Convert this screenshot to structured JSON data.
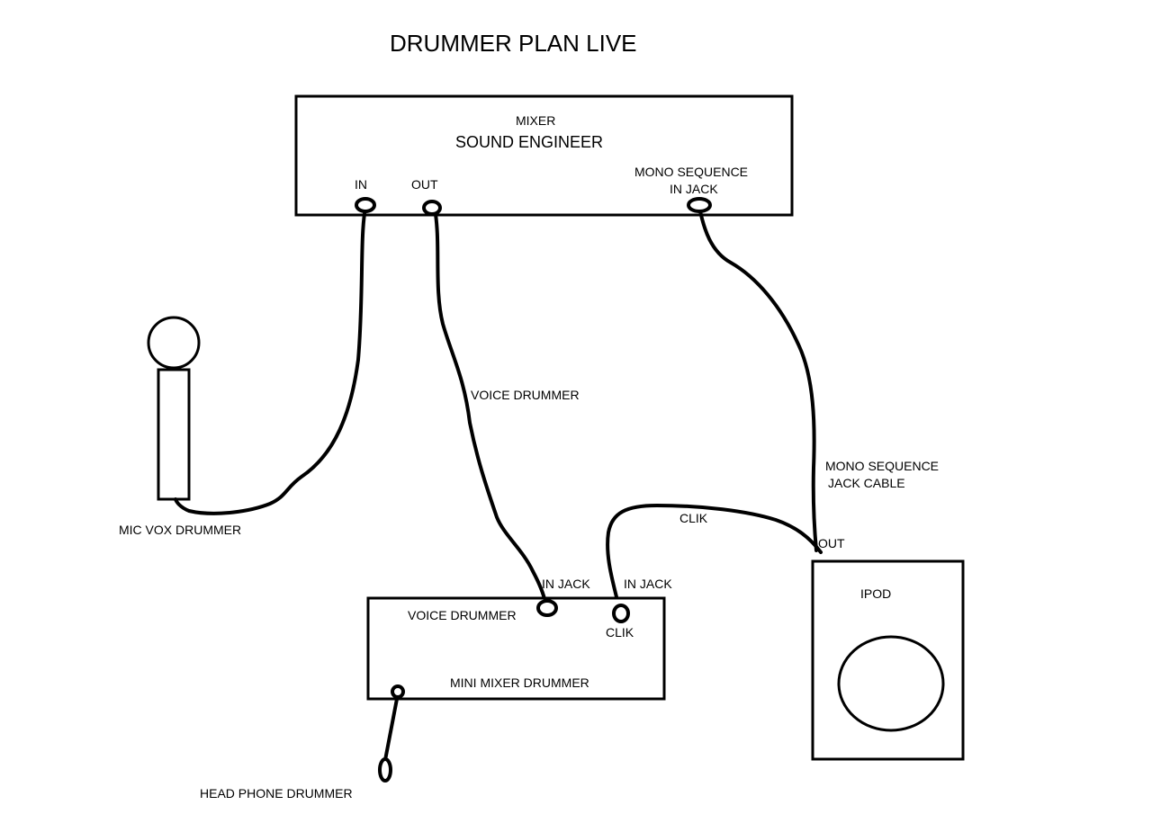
{
  "title": "DRUMMER PLAN LIVE",
  "mixer": {
    "label": "MIXER",
    "name": "SOUND ENGINEER",
    "in_label": "IN",
    "out_label": "OUT",
    "mono_label_line1": "MONO SEQUENCE",
    "mono_label_line2": "IN JACK"
  },
  "mic": {
    "label": "MIC VOX DRUMMER"
  },
  "cables": {
    "voice_label": "VOICE DRUMMER",
    "mono_label_line1": "MONO SEQUENCE",
    "mono_label_line2": "JACK CABLE",
    "clik_label": "CLIK"
  },
  "mini_mixer": {
    "in_jack_voice": "IN JACK",
    "in_jack_clik": "IN JACK",
    "voice_label": "VOICE DRUMMER",
    "clik_label": "CLIK",
    "name": "MINI MIXER DRUMMER"
  },
  "ipod": {
    "label": "IPOD",
    "out_label": "OUT"
  },
  "headphone": {
    "label": "HEAD PHONE DRUMMER"
  }
}
